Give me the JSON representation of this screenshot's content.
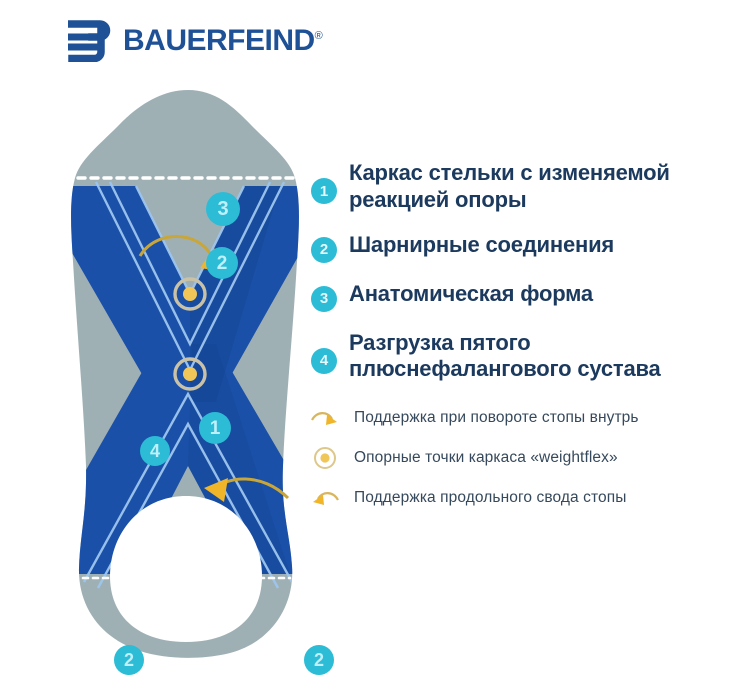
{
  "brand": {
    "name": "BAUERFEIND",
    "registered_mark": "®",
    "logo_icon": "bauerfeind-b-mark",
    "color": "#1e5195"
  },
  "colors": {
    "badge_cyan": "#2cbcd6",
    "badge_number": "#bdf0fa",
    "frame_blue": "#1a50a8",
    "body_gray": "#9fb0b5",
    "text_navy": "#1c3a5e",
    "sub_text": "#36495c",
    "gold": "#e8b229",
    "background": "#ffffff"
  },
  "diagram": {
    "name": "insole-diagram",
    "markers": [
      {
        "id": "marker-3-forefoot",
        "number": "3"
      },
      {
        "id": "marker-2-forefoot",
        "number": "2"
      },
      {
        "id": "marker-1-midfoot",
        "number": "1"
      },
      {
        "id": "marker-4-medial",
        "number": "4"
      },
      {
        "id": "marker-2-heel-left",
        "number": "2"
      },
      {
        "id": "marker-2-heel-right",
        "number": "2"
      }
    ],
    "weightflex_points": 2,
    "arrows": [
      {
        "id": "arrow-pronation-support",
        "direction": "right"
      },
      {
        "id": "arrow-arch-support",
        "direction": "left"
      }
    ]
  },
  "features": [
    {
      "number": "1",
      "label": "Каркас стельки с изменяемой реакцией опоры",
      "lines": 2
    },
    {
      "number": "2",
      "label": "Шарнирные соединения",
      "lines": 1
    },
    {
      "number": "3",
      "label": "Анатомическая форма",
      "lines": 1
    },
    {
      "number": "4",
      "label": "Разгрузка пятого плюснефалангового сустава",
      "lines": 2
    }
  ],
  "legend": [
    {
      "icon": "curved-arrow-right-icon",
      "label": "Поддержка при повороте стопы внутрь"
    },
    {
      "icon": "weightflex-point-icon",
      "label": "Опорные точки каркаса «weightflex»"
    },
    {
      "icon": "curved-arrow-left-icon",
      "label": "Поддержка продольного свода стопы"
    }
  ]
}
